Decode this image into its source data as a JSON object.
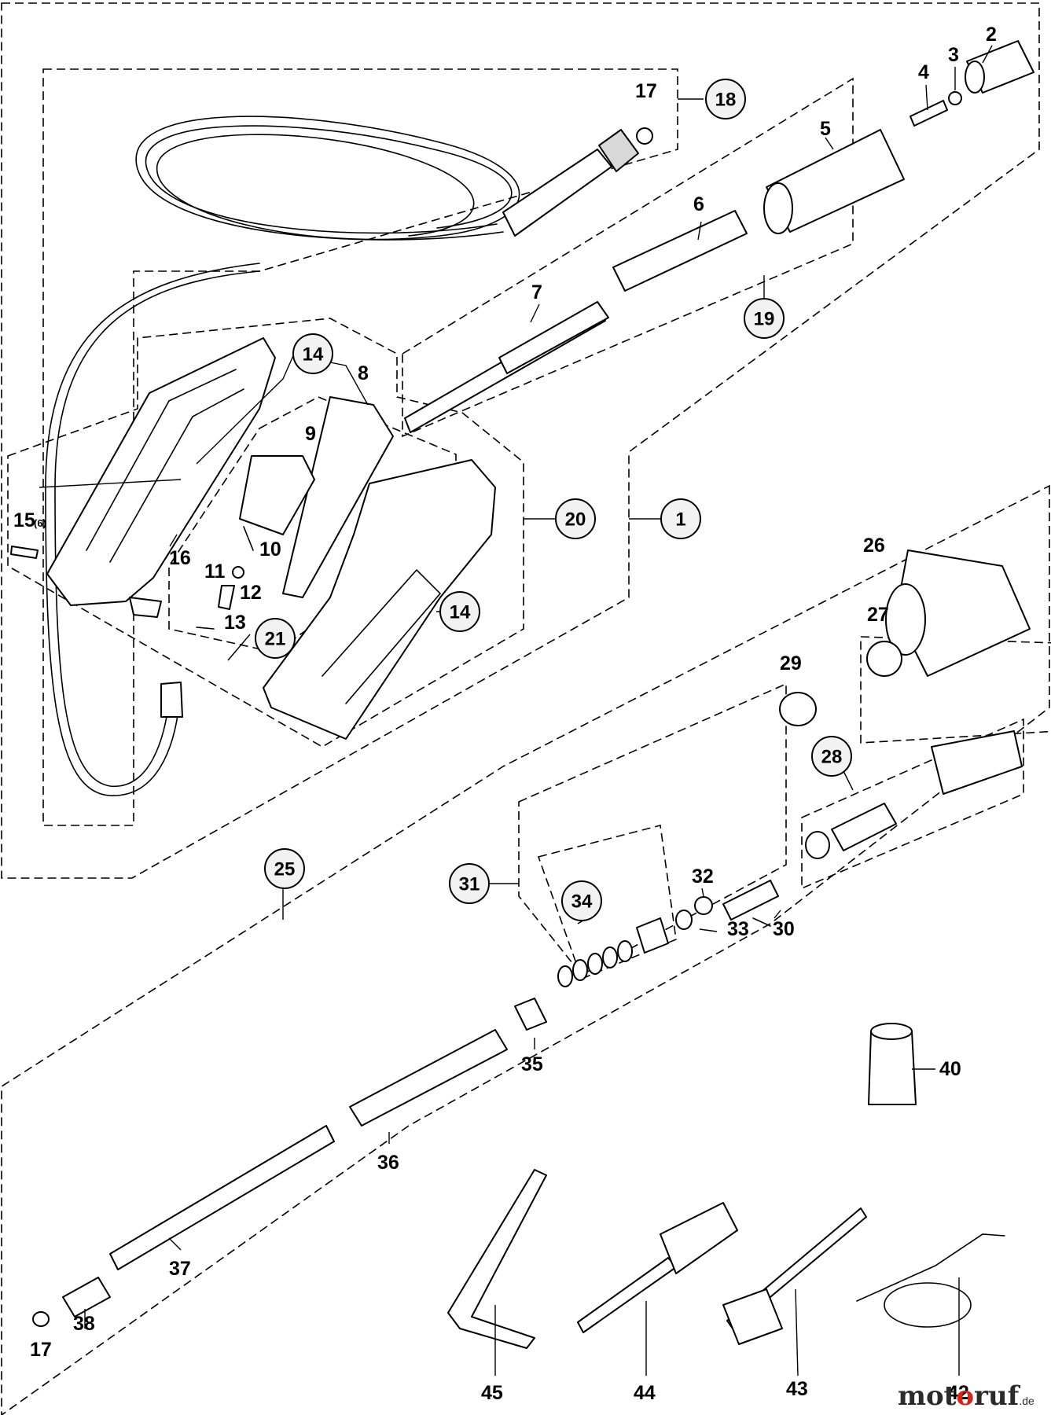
{
  "labels": {
    "p1": "1",
    "p2": "2",
    "p3": "3",
    "p4": "4",
    "p5": "5",
    "p6": "6",
    "p7": "7",
    "p8": "8",
    "p9": "9",
    "p10": "10",
    "p11": "11",
    "p12": "12",
    "p13": "13",
    "p14a": "14",
    "p14b": "14",
    "p15": "15",
    "p15_qty": "(6)",
    "p16": "16",
    "p17a": "17",
    "p17b": "17",
    "p18": "18",
    "p19": "19",
    "p20": "20",
    "p21": "21",
    "p25": "25",
    "p26": "26",
    "p27": "27",
    "p28": "28",
    "p29": "29",
    "p30": "30",
    "p31": "31",
    "p32": "32",
    "p33": "33",
    "p34": "34",
    "p35": "35",
    "p36": "36",
    "p37": "37",
    "p38": "38",
    "p40": "40",
    "p42": "42",
    "p43": "43",
    "p44": "44",
    "p45": "45"
  },
  "watermark": {
    "part1": "mot",
    "part2": "o",
    "part3": "ruf",
    "suffix": ".de"
  },
  "colors": {
    "line": "#000000",
    "bubble_fill": "#f2f2f2",
    "watermark_accent": "#d2271e"
  }
}
